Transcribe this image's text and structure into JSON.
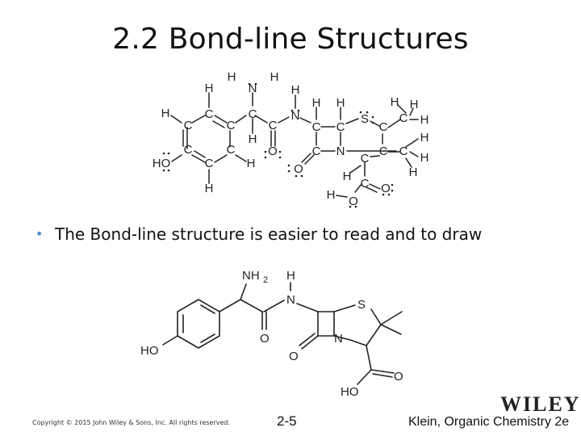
{
  "slide": {
    "title": "2.2 Bond-line Structures",
    "bullet": "The Bond-line structure is easier to read and to draw",
    "footer": {
      "copyright": "Copyright © 2015 John Wiley & Sons, Inc. All rights reserved.",
      "page_number": "2-5",
      "publisher_logo": "WILEY",
      "book_ref": "Klein, Organic Chemistry 2e"
    }
  },
  "lewis_structure": {
    "labels": {
      "H": "H",
      "C": "C",
      "N": "N",
      "O": "O",
      "S": "S",
      "HO": "HO"
    }
  },
  "bondline_structure": {
    "labels": {
      "NH2": "NH",
      "sub2": "2",
      "H": "H",
      "N": "N",
      "S": "S",
      "O": "O",
      "HO": "HO"
    }
  }
}
